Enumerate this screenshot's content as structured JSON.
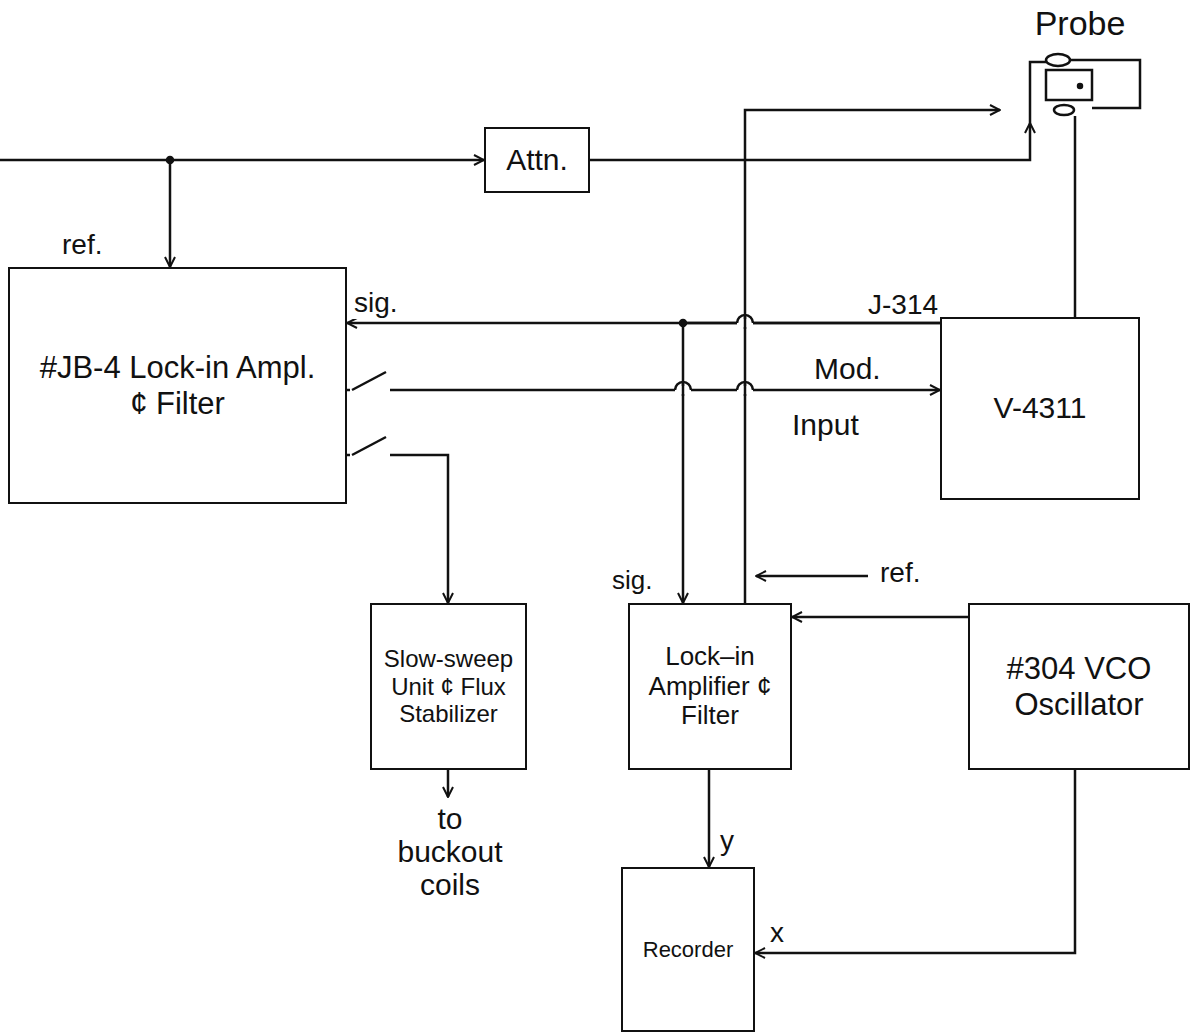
{
  "diagram": {
    "nodes": [
      {
        "text": [
          "Attn."
        ]
      },
      {
        "text": [
          "Probe"
        ]
      },
      {
        "text": [
          "#JB-4 Lock-in Ampl. ¢ Filter"
        ]
      },
      {
        "text": [
          "V-4311"
        ]
      },
      {
        "text": [
          "Slow-sweep Unit ¢ Flux Stabilizer"
        ]
      },
      {
        "text": [
          "Lock–in Amplifier ¢ Filter"
        ]
      },
      {
        "text": [
          "#304 VCO Oscillator"
        ]
      },
      {
        "text": [
          "Recorder"
        ]
      }
    ],
    "edges": [
      {
        "from": 0,
        "to": 1,
        "arrow": "to"
      },
      {
        "from": 1,
        "to": 3,
        "arrow": "none"
      },
      {
        "from": 3,
        "to": 2,
        "arrow": "to"
      },
      {
        "from": 2,
        "to": 3,
        "arrow": "to"
      },
      {
        "from": 2,
        "to": 4,
        "arrow": "to"
      },
      {
        "from": 3,
        "to": 5,
        "arrow": "to"
      },
      {
        "from": 5,
        "to": 1,
        "arrow": "to"
      },
      {
        "from": 6,
        "to": 5,
        "arrow": "to"
      },
      {
        "from": 6,
        "to": 7,
        "label": "x",
        "arrow": "to"
      },
      {
        "from": 5,
        "to": 7,
        "label": "y",
        "arrow": "to"
      }
    ],
    "labels": [
      "ref.",
      "sig.",
      "J-314",
      "Mod.",
      "Input",
      "sig.",
      "ref.",
      "to buckout coils"
    ]
  }
}
